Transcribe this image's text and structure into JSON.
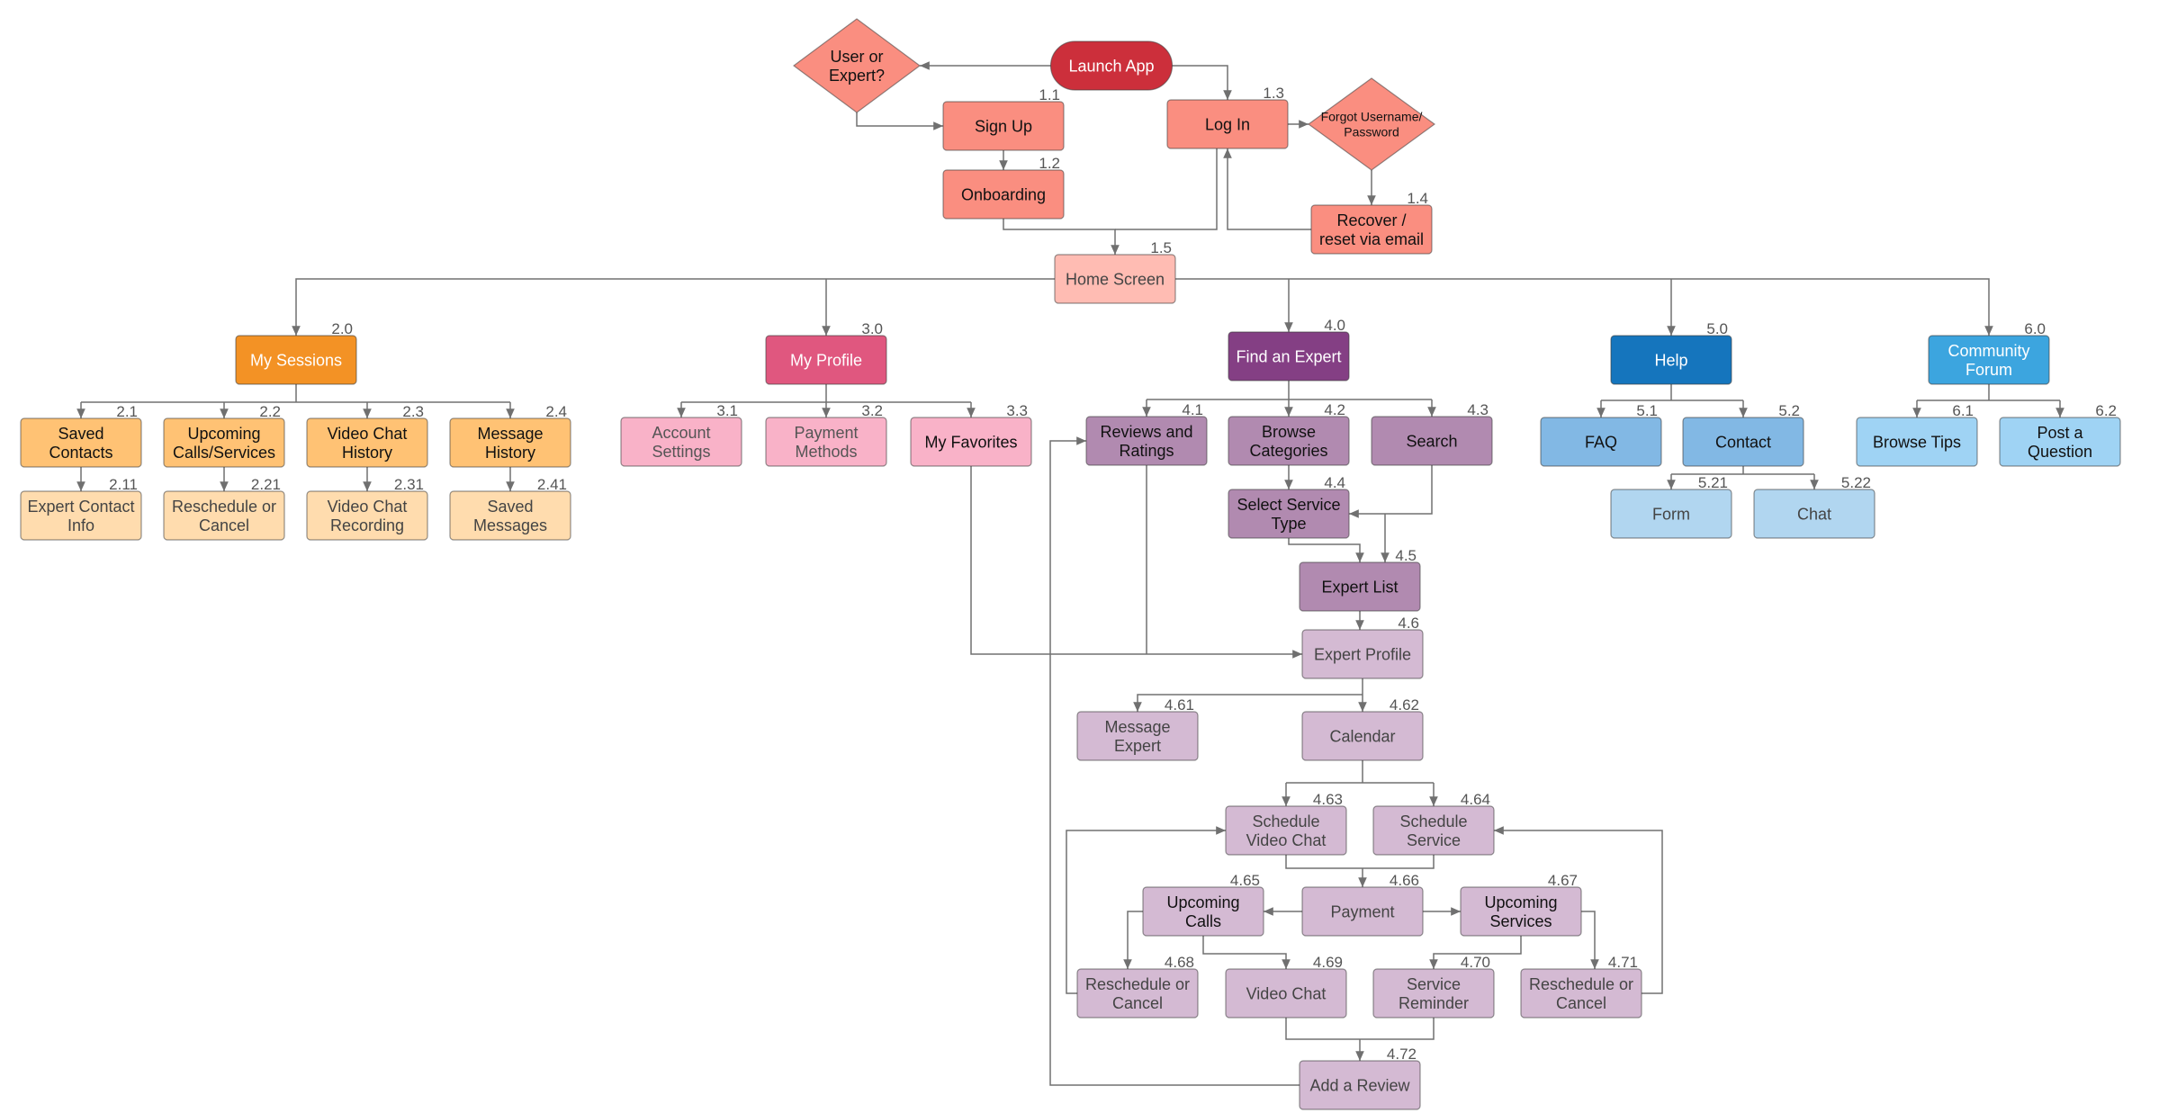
{
  "colors": {
    "red": "#cc2f3b",
    "salmon": "#fa8e80",
    "home": "#ffbcb3",
    "orange": "#f39225",
    "orange_light": "#ffc274",
    "orange_pale": "#ffdcae",
    "pink": "#e0577f",
    "pink_light": "#f9b2c8",
    "purple_dark": "#843f84",
    "purple": "#b18ab0",
    "purple_light": "#d4bad3",
    "blue_dark": "#1575bd",
    "blue": "#82b8e4",
    "blue_pale": "#b1d6f0",
    "cyan": "#3ca5df",
    "cyan_light": "#9fd3f4",
    "line": "#707070",
    "number": "#555555"
  },
  "nodes": [
    {
      "id": "launch",
      "label": "Launch App",
      "number": "",
      "shape": "pill",
      "color": "red",
      "text_color": "#ffffff"
    },
    {
      "id": "user_expert",
      "label": "User or\nExpert?",
      "number": "",
      "shape": "diamond",
      "color": "salmon",
      "text_color": "#111111"
    },
    {
      "id": "signup",
      "label": "Sign Up",
      "number": "1.1",
      "shape": "rect",
      "color": "salmon",
      "text_color": "#111111"
    },
    {
      "id": "onboarding",
      "label": "Onboarding",
      "number": "1.2",
      "shape": "rect",
      "color": "salmon",
      "text_color": "#111111"
    },
    {
      "id": "login",
      "label": "Log In",
      "number": "1.3",
      "shape": "rect",
      "color": "salmon",
      "text_color": "#111111"
    },
    {
      "id": "forgot",
      "label": "Forgot Username/\nPassword",
      "number": "",
      "shape": "diamond",
      "color": "salmon",
      "text_color": "#111111"
    },
    {
      "id": "recover",
      "label": "Recover /\nreset via email",
      "number": "1.4",
      "shape": "rect",
      "color": "salmon",
      "text_color": "#111111"
    },
    {
      "id": "home",
      "label": "Home Screen",
      "number": "1.5",
      "shape": "rect",
      "color": "home",
      "text_color": "#444444"
    },
    {
      "id": "sessions",
      "label": "My Sessions",
      "number": "2.0",
      "shape": "rect",
      "color": "orange",
      "text_color": "#ffffff"
    },
    {
      "id": "saved_contacts",
      "label": "Saved\nContacts",
      "number": "2.1",
      "shape": "rect",
      "color": "orange_light",
      "text_color": "#111111"
    },
    {
      "id": "upcoming_calls_services",
      "label": "Upcoming\nCalls/Services",
      "number": "2.2",
      "shape": "rect",
      "color": "orange_light",
      "text_color": "#111111"
    },
    {
      "id": "video_history",
      "label": "Video Chat\nHistory",
      "number": "2.3",
      "shape": "rect",
      "color": "orange_light",
      "text_color": "#111111"
    },
    {
      "id": "message_history",
      "label": "Message\nHistory",
      "number": "2.4",
      "shape": "rect",
      "color": "orange_light",
      "text_color": "#111111"
    },
    {
      "id": "expert_contact",
      "label": "Expert Contact\nInfo",
      "number": "2.11",
      "shape": "rect",
      "color": "orange_pale",
      "text_color": "#444444"
    },
    {
      "id": "reschedule_cancel_2",
      "label": "Reschedule or\nCancel",
      "number": "2.21",
      "shape": "rect",
      "color": "orange_pale",
      "text_color": "#444444"
    },
    {
      "id": "video_recording",
      "label": "Video Chat\nRecording",
      "number": "2.31",
      "shape": "rect",
      "color": "orange_pale",
      "text_color": "#444444"
    },
    {
      "id": "saved_messages",
      "label": "Saved\nMessages",
      "number": "2.41",
      "shape": "rect",
      "color": "orange_pale",
      "text_color": "#444444"
    },
    {
      "id": "profile",
      "label": "My Profile",
      "number": "3.0",
      "shape": "rect",
      "color": "pink",
      "text_color": "#ffffff"
    },
    {
      "id": "account_settings",
      "label": "Account\nSettings",
      "number": "3.1",
      "shape": "rect",
      "color": "pink_light",
      "text_color": "#555555"
    },
    {
      "id": "payment_methods",
      "label": "Payment\nMethods",
      "number": "3.2",
      "shape": "rect",
      "color": "pink_light",
      "text_color": "#555555"
    },
    {
      "id": "favorites",
      "label": "My Favorites",
      "number": "3.3",
      "shape": "rect",
      "color": "pink_light",
      "text_color": "#111111"
    },
    {
      "id": "find_expert",
      "label": "Find an Expert",
      "number": "4.0",
      "shape": "rect",
      "color": "purple_dark",
      "text_color": "#ffffff"
    },
    {
      "id": "reviews_ratings",
      "label": "Reviews and\nRatings",
      "number": "4.1",
      "shape": "rect",
      "color": "purple",
      "text_color": "#111111"
    },
    {
      "id": "browse_categories",
      "label": "Browse\nCategories",
      "number": "4.2",
      "shape": "rect",
      "color": "purple",
      "text_color": "#111111"
    },
    {
      "id": "search",
      "label": "Search",
      "number": "4.3",
      "shape": "rect",
      "color": "purple",
      "text_color": "#111111"
    },
    {
      "id": "select_service",
      "label": "Select Service\nType",
      "number": "4.4",
      "shape": "rect",
      "color": "purple",
      "text_color": "#111111"
    },
    {
      "id": "expert_list",
      "label": "Expert List",
      "number": "4.5",
      "shape": "rect",
      "color": "purple",
      "text_color": "#111111"
    },
    {
      "id": "expert_profile",
      "label": "Expert Profile",
      "number": "4.6",
      "shape": "rect",
      "color": "purple_light",
      "text_color": "#444444"
    },
    {
      "id": "message_expert",
      "label": "Message\nExpert",
      "number": "4.61",
      "shape": "rect",
      "color": "purple_light",
      "text_color": "#444444"
    },
    {
      "id": "calendar",
      "label": "Calendar",
      "number": "4.62",
      "shape": "rect",
      "color": "purple_light",
      "text_color": "#444444"
    },
    {
      "id": "schedule_video",
      "label": "Schedule\nVideo Chat",
      "number": "4.63",
      "shape": "rect",
      "color": "purple_light",
      "text_color": "#444444"
    },
    {
      "id": "schedule_service",
      "label": "Schedule\nService",
      "number": "4.64",
      "shape": "rect",
      "color": "purple_light",
      "text_color": "#444444"
    },
    {
      "id": "upcoming_calls",
      "label": "Upcoming\nCalls",
      "number": "4.65",
      "shape": "rect",
      "color": "purple_light",
      "text_color": "#111111"
    },
    {
      "id": "payment",
      "label": "Payment",
      "number": "4.66",
      "shape": "rect",
      "color": "purple_light",
      "text_color": "#444444"
    },
    {
      "id": "upcoming_services",
      "label": "Upcoming\nServices",
      "number": "4.67",
      "shape": "rect",
      "color": "purple_light",
      "text_color": "#111111"
    },
    {
      "id": "reschedule_cancel_468",
      "label": "Reschedule or\nCancel",
      "number": "4.68",
      "shape": "rect",
      "color": "purple_light",
      "text_color": "#444444"
    },
    {
      "id": "video_chat",
      "label": "Video Chat",
      "number": "4.69",
      "shape": "rect",
      "color": "purple_light",
      "text_color": "#444444"
    },
    {
      "id": "service_reminder",
      "label": "Service\nReminder",
      "number": "4.70",
      "shape": "rect",
      "color": "purple_light",
      "text_color": "#444444"
    },
    {
      "id": "reschedule_cancel_471",
      "label": "Reschedule or\nCancel",
      "number": "4.71",
      "shape": "rect",
      "color": "purple_light",
      "text_color": "#444444"
    },
    {
      "id": "add_review",
      "label": "Add a Review",
      "number": "4.72",
      "shape": "rect",
      "color": "purple_light",
      "text_color": "#444444"
    },
    {
      "id": "help",
      "label": "Help",
      "number": "5.0",
      "shape": "rect",
      "color": "blue_dark",
      "text_color": "#ffffff"
    },
    {
      "id": "faq",
      "label": "FAQ",
      "number": "5.1",
      "shape": "rect",
      "color": "blue",
      "text_color": "#111111"
    },
    {
      "id": "contact",
      "label": "Contact",
      "number": "5.2",
      "shape": "rect",
      "color": "blue",
      "text_color": "#111111"
    },
    {
      "id": "form",
      "label": "Form",
      "number": "5.21",
      "shape": "rect",
      "color": "blue_pale",
      "text_color": "#444444"
    },
    {
      "id": "chat",
      "label": "Chat",
      "number": "5.22",
      "shape": "rect",
      "color": "blue_pale",
      "text_color": "#444444"
    },
    {
      "id": "community",
      "label": "Community\nForum",
      "number": "6.0",
      "shape": "rect",
      "color": "cyan",
      "text_color": "#ffffff"
    },
    {
      "id": "browse_tips",
      "label": "Browse Tips",
      "number": "6.1",
      "shape": "rect",
      "color": "cyan_light",
      "text_color": "#111111"
    },
    {
      "id": "post_question",
      "label": "Post a\nQuestion",
      "number": "6.2",
      "shape": "rect",
      "color": "cyan_light",
      "text_color": "#111111"
    }
  ]
}
